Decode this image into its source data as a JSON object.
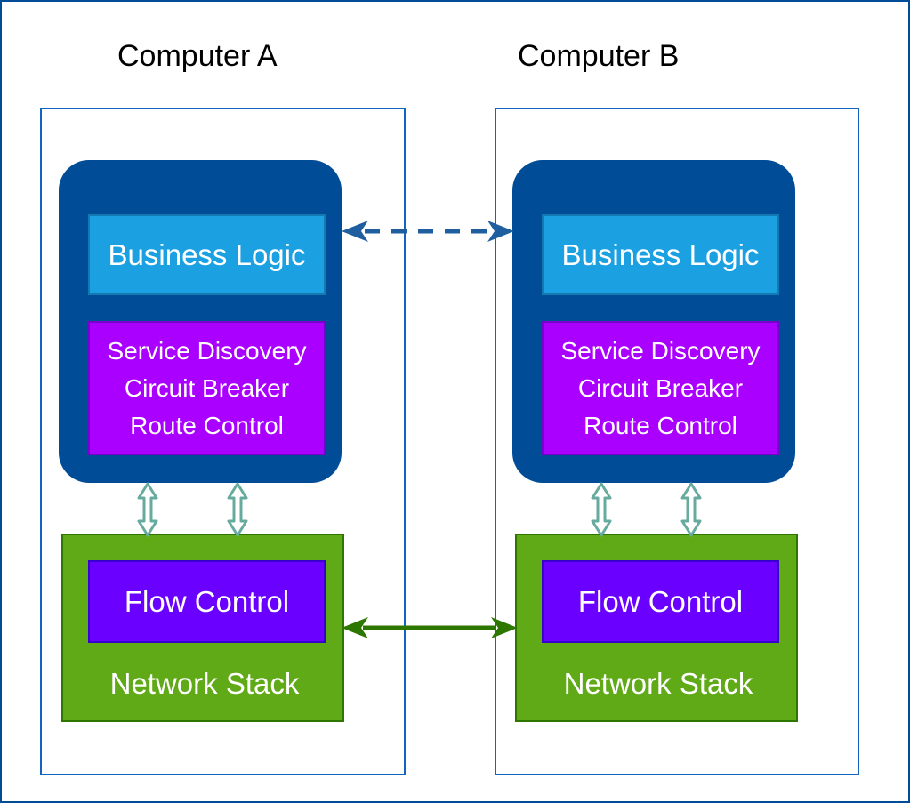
{
  "computers": [
    {
      "title": "Computer A",
      "business_logic": "Business Logic",
      "services": [
        "Service Discovery",
        "Circuit Breaker",
        "Route Control"
      ],
      "flow_control": "Flow Control",
      "network_stack": "Network Stack"
    },
    {
      "title": "Computer B",
      "business_logic": "Business Logic",
      "services": [
        "Service Discovery",
        "Circuit Breaker",
        "Route Control"
      ],
      "flow_control": "Flow Control",
      "network_stack": "Network Stack"
    }
  ],
  "colors": {
    "frame_border": "#004C97",
    "app_container": "#004C97",
    "business_logic": "#1BA1E2",
    "services": "#AA00FF",
    "network_stack": "#60A917",
    "flow_control": "#6A00FF",
    "app_link_arrow": "#1F5FA0",
    "network_link_arrow": "#2D7600",
    "internal_arrow": "#67AB9F"
  }
}
